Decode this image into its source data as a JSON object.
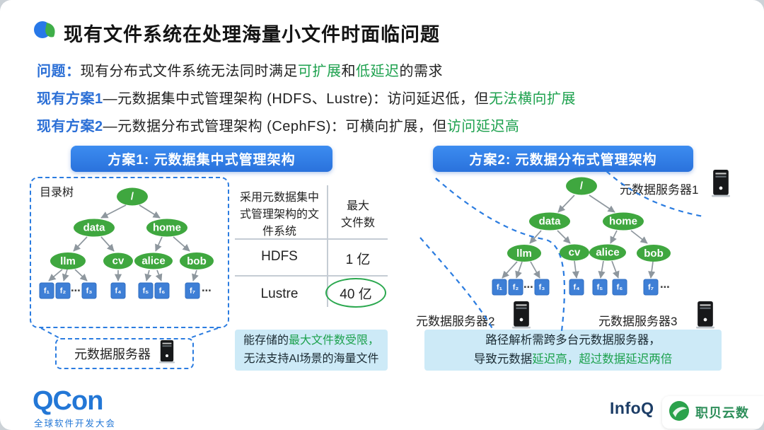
{
  "colors": {
    "accent_blue": "#2B7CE0",
    "accent_green": "#1DA14E",
    "node_green": "#3FA73F",
    "file_blue": "#3E7FD6",
    "note_bg": "#CDEAF7",
    "header_blue": "#2A72DC"
  },
  "title": "现有文件系统在处理海量小文件时面临问题",
  "intro": {
    "line1": {
      "label": "问题：",
      "t1": "现有分布式文件系统无法同时满足",
      "g1": "可扩展",
      "t2": "和",
      "g2": "低延迟",
      "t3": "的需求"
    },
    "line2": {
      "label": "现有方案1",
      "t1": "—元数据集中式管理架构 (HDFS、Lustre)：访问延迟低，但",
      "g1": "无法横向扩展"
    },
    "line3": {
      "label": "现有方案2",
      "t1": "—元数据分布式管理架构 (CephFS)：可横向扩展，但",
      "g1": "访问延迟高"
    }
  },
  "tree": {
    "root": "/",
    "data": "data",
    "home": "home",
    "llm": "llm",
    "cv": "cv",
    "alice": "alice",
    "bob": "bob",
    "f1": "f₁",
    "f2": "f₂",
    "f3": "f₃",
    "f4": "f₄",
    "f5": "f₅",
    "f6": "f₆",
    "f7": "f₇",
    "ellipsis": "⋯"
  },
  "panel1": {
    "header": "方案1: 元数据集中式管理架构",
    "tree_title": "目录树",
    "server_label": "元数据服务器",
    "table": {
      "col1_header": "采用元数据集中式管理架构的文件系统",
      "col2_header_line1": "最大",
      "col2_header_line2": "文件数",
      "rows": [
        [
          "HDFS",
          "1 亿"
        ],
        [
          "Lustre",
          "40 亿"
        ]
      ]
    },
    "note": {
      "t1": "能存储的",
      "g1": "最大文件数受限，",
      "t2": "无法支持AI场景的海量文件"
    }
  },
  "panel2": {
    "header": "方案2: 元数据分布式管理架构",
    "server1": "元数据服务器1",
    "server2": "元数据服务器2",
    "server3": "元数据服务器3",
    "note": {
      "t1": "路径解析需跨多台元数据服务器，",
      "t2": "导致元数据",
      "g1": "延迟高，超过数据延迟两倍"
    }
  },
  "footer": {
    "qcon": "QCon",
    "qcon_sub": "全球软件开发大会",
    "infoq": "InfoQ",
    "watermark": "职贝云数"
  }
}
